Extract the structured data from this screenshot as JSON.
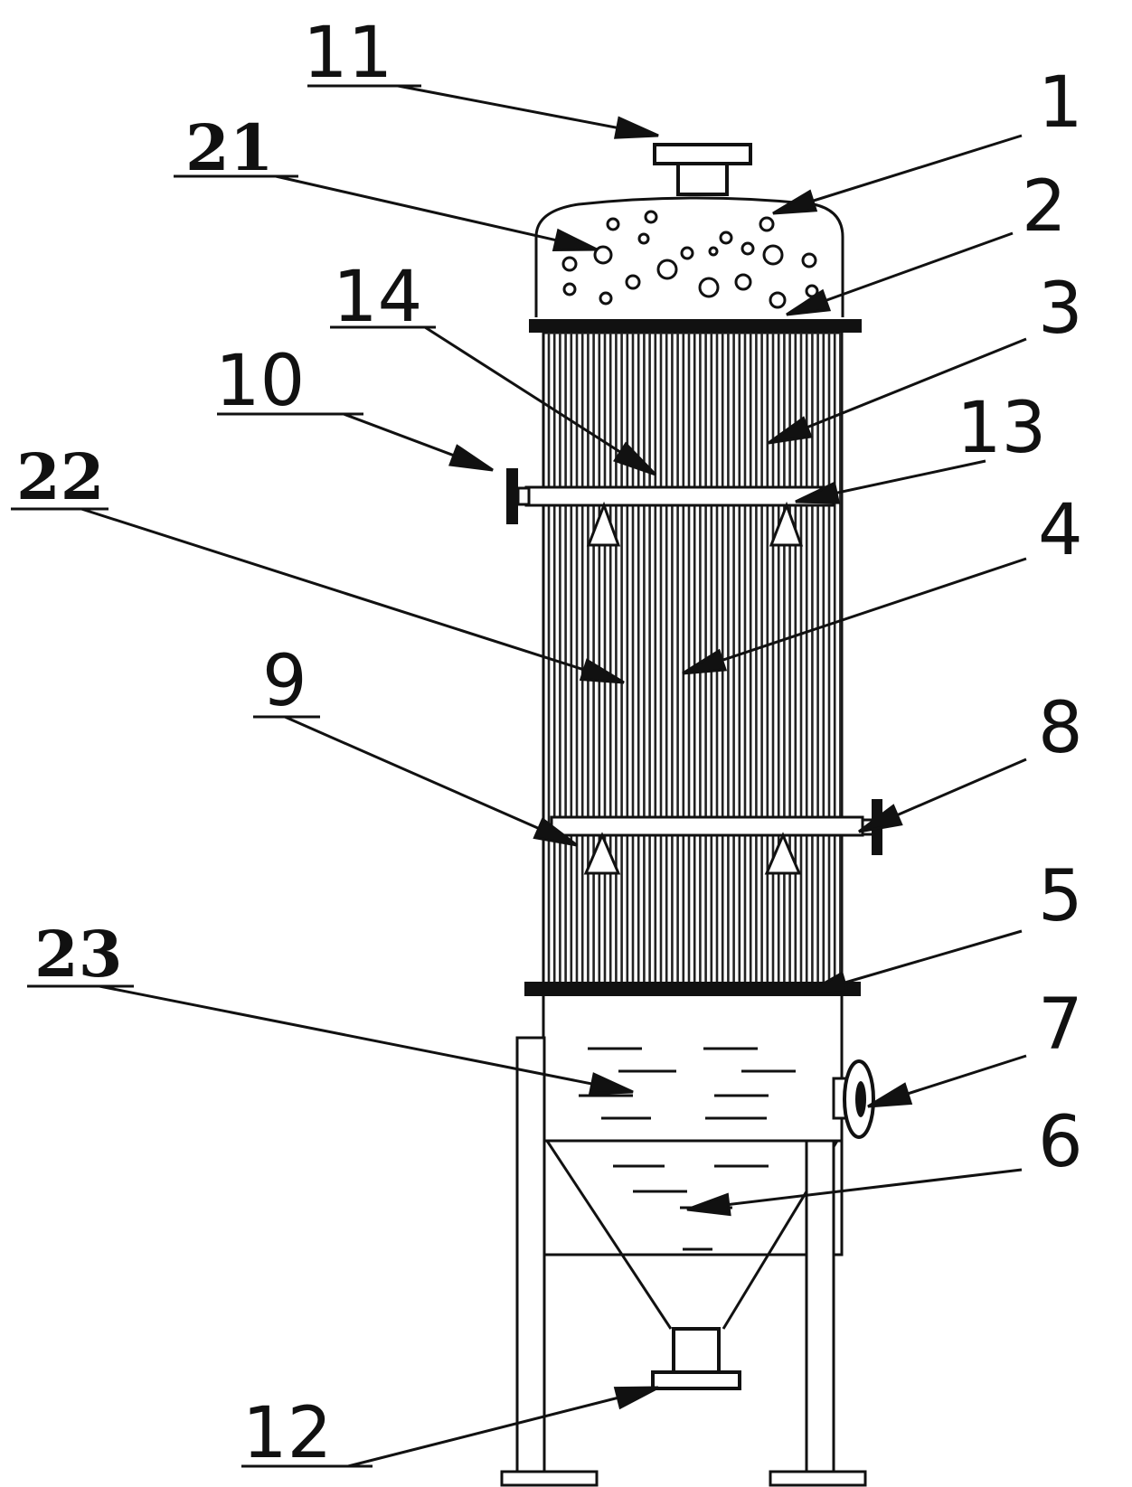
{
  "colors": {
    "ink": "#111111",
    "background": "#ffffff"
  },
  "labels": {
    "l1": "1",
    "l2": "2",
    "l3": "3",
    "l4": "4",
    "l5": "5",
    "l6": "6",
    "l7": "7",
    "l8": "8",
    "l9": "9",
    "l10": "10",
    "l11": "11",
    "l12": "12",
    "l13": "13",
    "l14": "14",
    "l21": "21",
    "l22": "22",
    "l23": "23"
  }
}
